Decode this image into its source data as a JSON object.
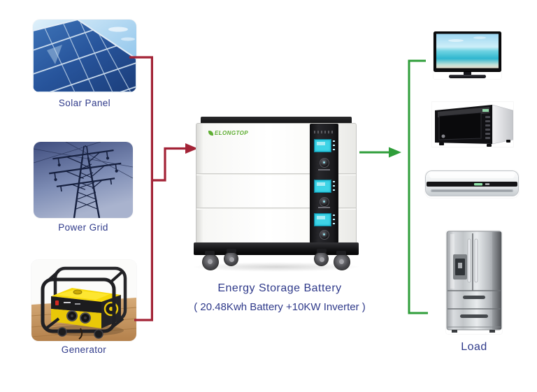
{
  "diagram": {
    "title": "Energy Storage Battery",
    "subtitle": "( 20.48Kwh Battery +10KW Inverter )"
  },
  "sources": {
    "solar": {
      "label": "Solar Panel"
    },
    "grid": {
      "label": "Power Grid"
    },
    "generator": {
      "label": "Generator"
    }
  },
  "battery": {
    "brand": "ELONGTOP"
  },
  "load": {
    "label": "Load",
    "appliances": [
      "tv",
      "microwave-oven",
      "air-conditioner",
      "refrigerator"
    ]
  },
  "colors": {
    "input_line": "#a32336",
    "output_line": "#2f9e3a",
    "label_text": "#2f3a8a",
    "brand_green": "#5fae33",
    "lcd_cyan": "#3fd4e6"
  }
}
